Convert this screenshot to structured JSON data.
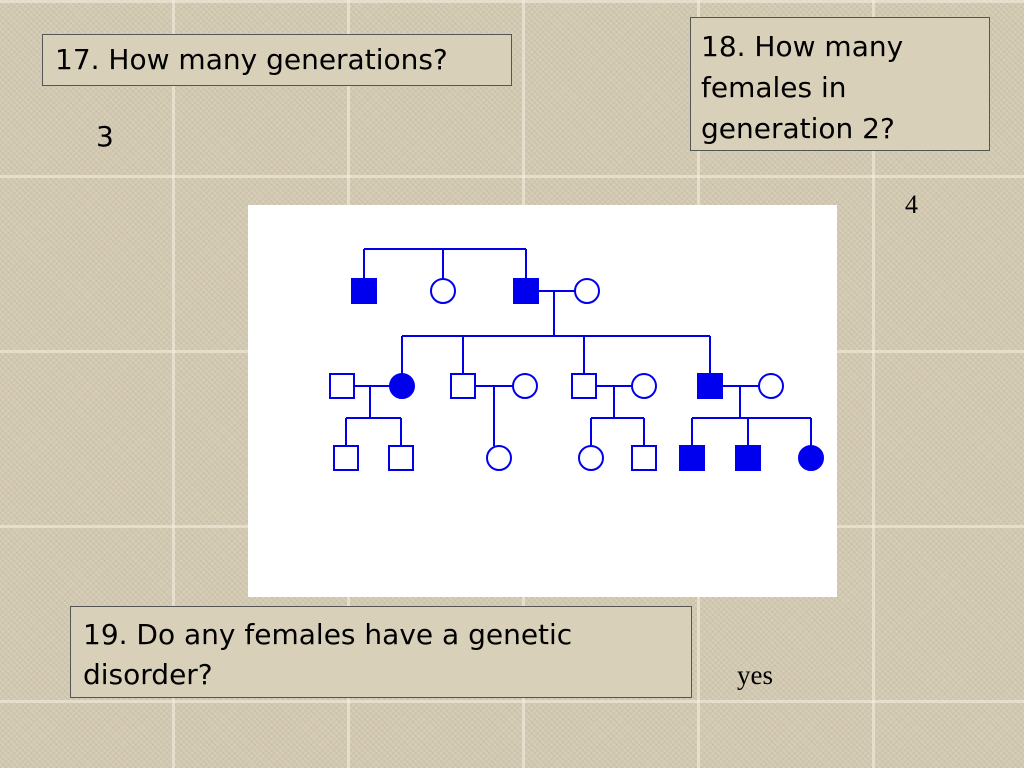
{
  "question_17": {
    "text": "17. How many generations?",
    "answer": "3"
  },
  "question_18": {
    "text": "18. How many females in generation 2?",
    "answer": "4"
  },
  "question_19": {
    "text": "19. Do any females have a genetic disorder?",
    "answer": "yes"
  },
  "pedigree": {
    "symbol_color": "#0000ee",
    "generations": [
      {
        "generation": 1,
        "members": [
          {
            "sex": "male",
            "affected": true
          },
          {
            "sex": "female",
            "affected": false
          },
          {
            "sex": "male",
            "affected": true
          },
          {
            "sex": "female",
            "affected": false
          }
        ]
      },
      {
        "generation": 2,
        "members": [
          {
            "sex": "male",
            "affected": false
          },
          {
            "sex": "female",
            "affected": true
          },
          {
            "sex": "male",
            "affected": false
          },
          {
            "sex": "female",
            "affected": false
          },
          {
            "sex": "male",
            "affected": false
          },
          {
            "sex": "female",
            "affected": false
          },
          {
            "sex": "male",
            "affected": true
          },
          {
            "sex": "female",
            "affected": false
          }
        ]
      },
      {
        "generation": 3,
        "members": [
          {
            "sex": "male",
            "affected": false
          },
          {
            "sex": "male",
            "affected": false
          },
          {
            "sex": "female",
            "affected": false
          },
          {
            "sex": "female",
            "affected": false
          },
          {
            "sex": "male",
            "affected": false
          },
          {
            "sex": "male",
            "affected": true
          },
          {
            "sex": "male",
            "affected": true
          },
          {
            "sex": "female",
            "affected": true
          }
        ]
      }
    ]
  }
}
